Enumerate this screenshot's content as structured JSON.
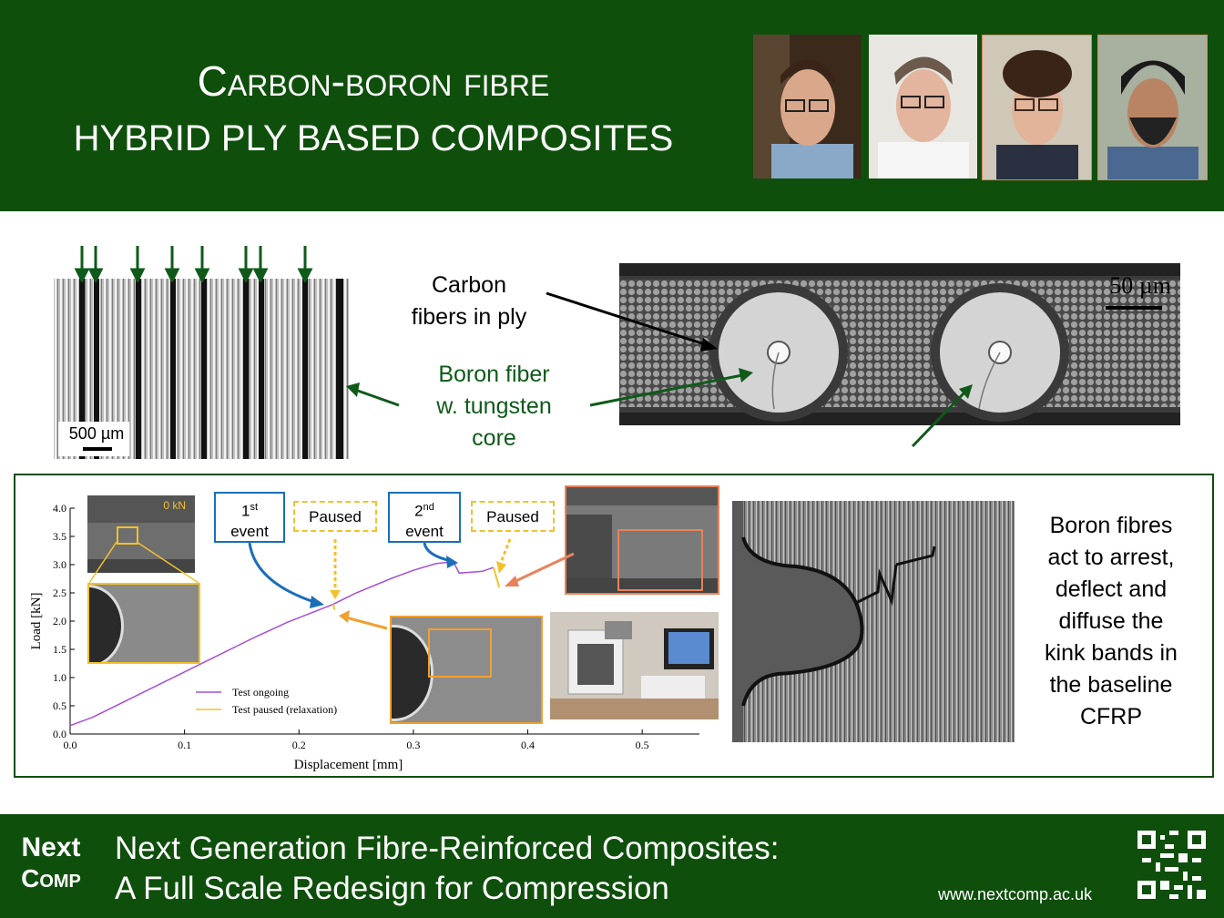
{
  "header": {
    "title_line1": "Carbon-boron fibre",
    "title_line2": "hybrid ply based composites",
    "photos": [
      "person-photo-1",
      "person-photo-2",
      "person-photo-3",
      "person-photo-4"
    ]
  },
  "micrographs": {
    "scale_bar_left": "500 µm",
    "scale_bar_right": "50 µm"
  },
  "labels": {
    "carbon_line1": "Carbon",
    "carbon_line2": "fibers in ply",
    "boron_line1": "Boron fiber",
    "boron_line2": "w. tungsten",
    "boron_line3": "core"
  },
  "colors": {
    "brand_green": "#0f4f0c",
    "arrow_green": "#0f5a1a",
    "event_blue": "#1a6fb8",
    "paused_yellow": "#f2c12e",
    "inset_orange": "#f0a030",
    "inset_salmon": "#e8825a",
    "ongoing_purple": "#a64ed6"
  },
  "callouts": {
    "first_event_num": "1",
    "first_event_sup": "st",
    "first_event_word": "event",
    "second_event_num": "2",
    "second_event_sup": "nd",
    "second_event_word": "event",
    "paused1": "Paused",
    "paused2": "Paused",
    "inset_load": "0 kN"
  },
  "chart_data": {
    "type": "line",
    "xlabel": "Displacement [mm]",
    "ylabel": "Load [kN]",
    "xlim": [
      0.0,
      0.55
    ],
    "ylim": [
      0.0,
      4.0
    ],
    "xticks": [
      "0.0",
      "0.1",
      "0.2",
      "0.3",
      "0.4",
      "0.5"
    ],
    "yticks": [
      "0.0",
      "0.5",
      "1.0",
      "1.5",
      "2.0",
      "2.5",
      "3.0",
      "3.5",
      "4.0"
    ],
    "legend_position": "lower-center",
    "series": [
      {
        "name": "Test ongoing",
        "color": "#a64ed6",
        "x": [
          0.0,
          0.02,
          0.05,
          0.08,
          0.1,
          0.13,
          0.16,
          0.19,
          0.22,
          0.23,
          0.25,
          0.28,
          0.3,
          0.32,
          0.335,
          0.34,
          0.36,
          0.37
        ],
        "y": [
          0.15,
          0.3,
          0.6,
          0.9,
          1.1,
          1.4,
          1.7,
          1.98,
          2.22,
          2.3,
          2.5,
          2.75,
          2.9,
          3.02,
          3.05,
          2.85,
          2.88,
          2.95
        ]
      },
      {
        "name": "Test paused (relaxation)",
        "color": "#f2c12e",
        "x": [
          0.23,
          0.231,
          0.37,
          0.375
        ],
        "y": [
          2.3,
          2.2,
          2.95,
          2.6
        ]
      }
    ]
  },
  "boron_text": [
    "Boron fibres",
    "act to arrest,",
    "deflect and",
    "diffuse the",
    "kink bands in",
    "the baseline",
    "CFRP"
  ],
  "footer": {
    "logo_line1": "Next",
    "logo_line2": "Comp",
    "line1": "Next Generation Fibre-Reinforced Composites:",
    "line2": "A Full Scale Redesign for Compression",
    "url": "www.nextcomp.ac.uk"
  }
}
